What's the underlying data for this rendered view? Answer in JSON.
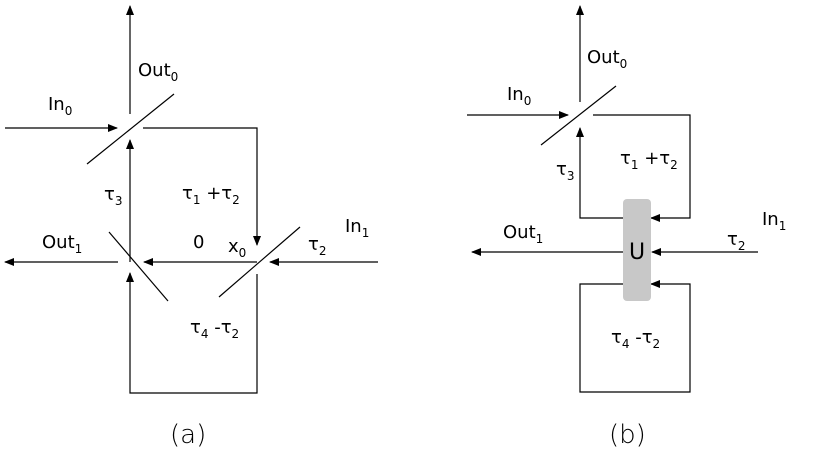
{
  "panel_a": {
    "caption": "(a)",
    "out0": {
      "base": "Out",
      "sub": "0"
    },
    "in0": {
      "base": "In",
      "sub": "0"
    },
    "tau3": {
      "base": "τ",
      "sub": "3"
    },
    "tau1_plus_tau2": {
      "t1": "τ",
      "s1": "1",
      "op": " +τ",
      "s2": "2"
    },
    "out1": {
      "base": "Out",
      "sub": "1"
    },
    "zero": "0",
    "x0": {
      "base": "x",
      "sub": "0"
    },
    "tau2": {
      "base": "τ",
      "sub": "2"
    },
    "in1": {
      "base": "In",
      "sub": "1"
    },
    "tau4_minus_tau2": {
      "t1": "τ",
      "s1": "4",
      "op": " -τ",
      "s2": "2"
    }
  },
  "panel_b": {
    "caption": "(b)",
    "out0": {
      "base": "Out",
      "sub": "0"
    },
    "in0": {
      "base": "In",
      "sub": "0"
    },
    "tau3": {
      "base": "τ",
      "sub": "3"
    },
    "tau1_plus_tau2": {
      "t1": "τ",
      "s1": "1",
      "op": " +τ",
      "s2": "2"
    },
    "out1": {
      "base": "Out",
      "sub": "1"
    },
    "unitary": "U",
    "tau2": {
      "base": "τ",
      "sub": "2"
    },
    "in1": {
      "base": "In",
      "sub": "1"
    },
    "tau4_minus_tau2": {
      "t1": "τ",
      "s1": "4",
      "op": " -τ",
      "s2": "2"
    }
  },
  "colors": {
    "line": "#000000",
    "unitary_box": "#c8c8c8"
  }
}
